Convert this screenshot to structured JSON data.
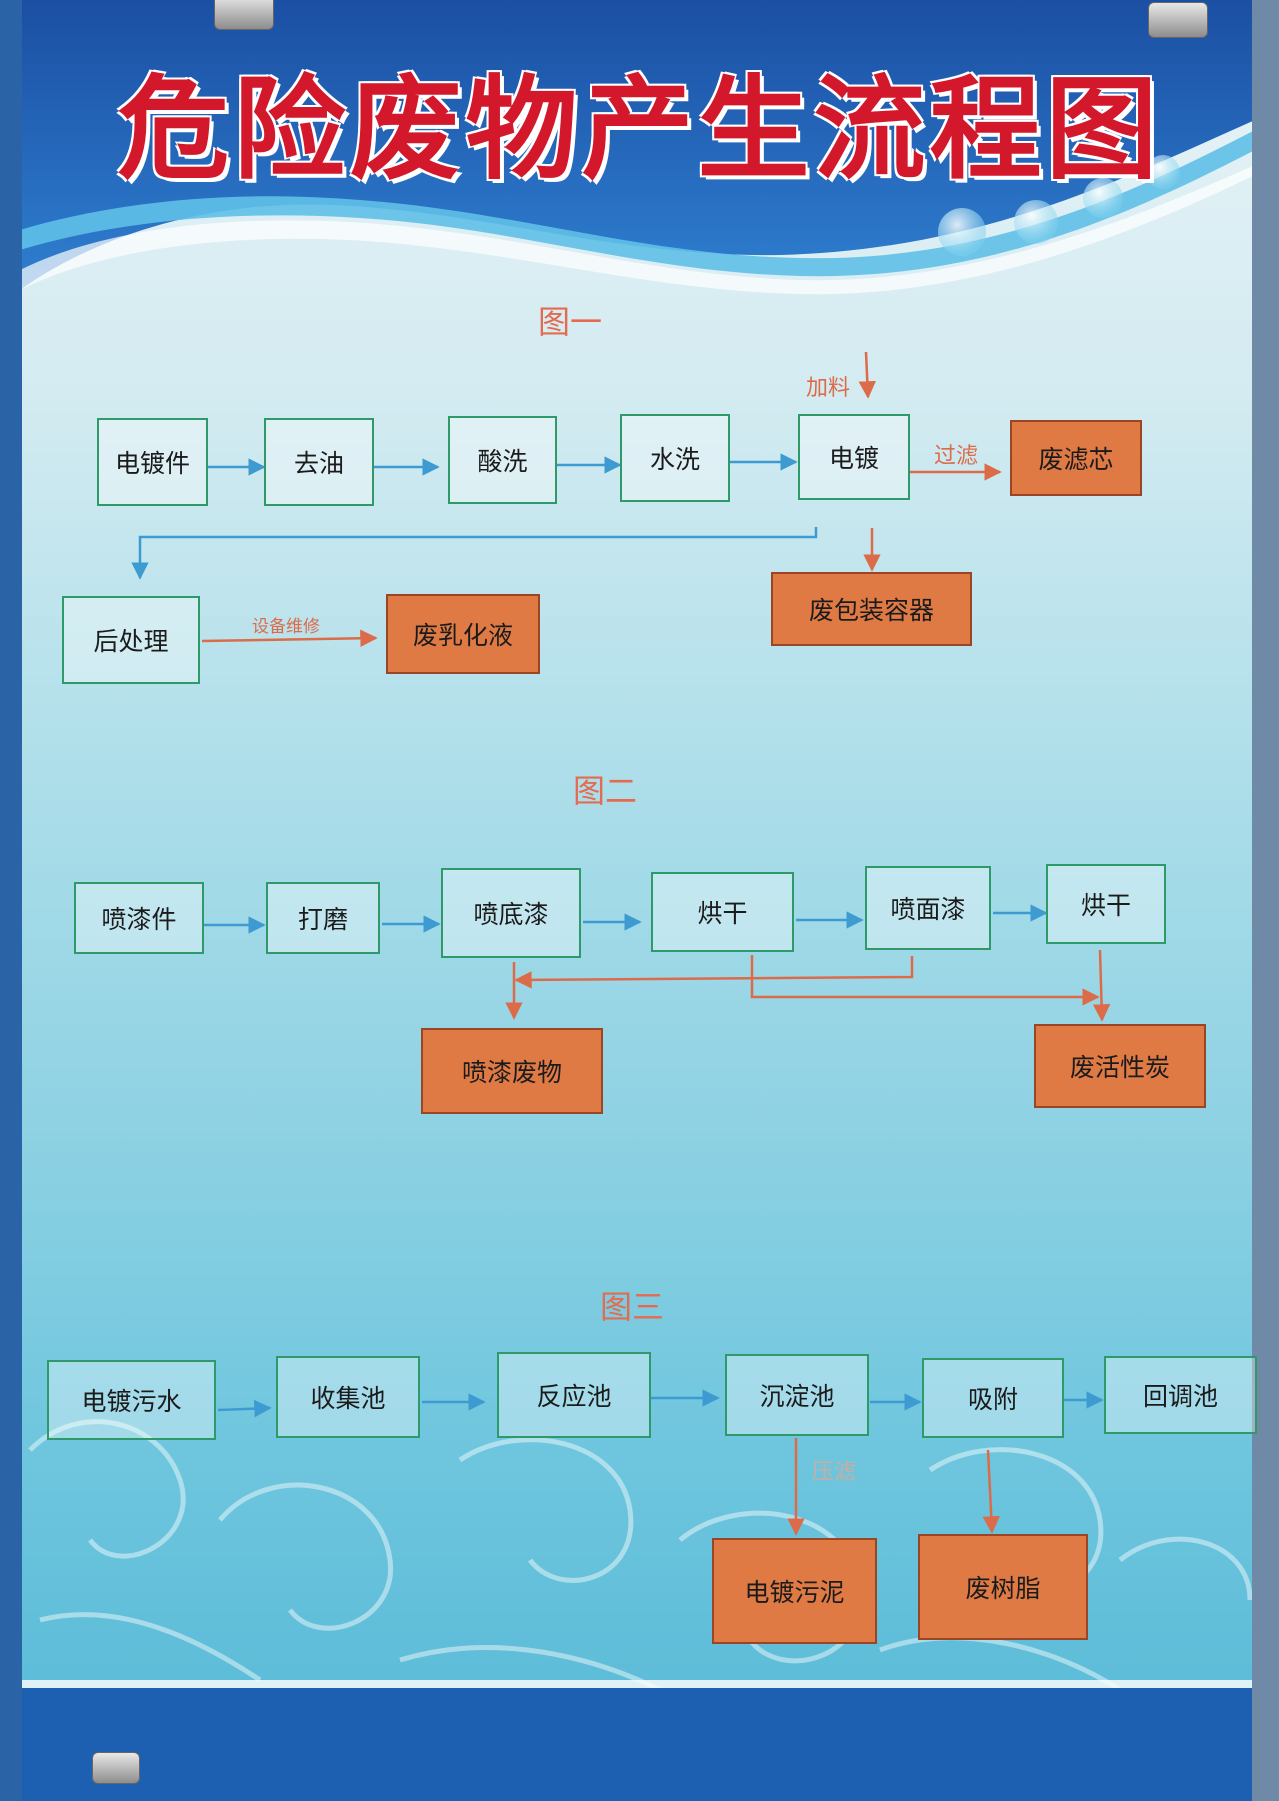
{
  "title": "危险废物产生流程图",
  "figure1": {
    "heading": "图一",
    "process": [
      "电镀件",
      "去油",
      "酸洗",
      "水洗",
      "电镀",
      "后处理"
    ],
    "waste": [
      "废滤芯",
      "废包装容器",
      "废乳化液"
    ],
    "labels": {
      "feed": "加料",
      "filter": "过滤",
      "maintenance": "设备维修"
    }
  },
  "figure2": {
    "heading": "图二",
    "process": [
      "喷漆件",
      "打磨",
      "喷底漆",
      "烘干",
      "喷面漆",
      "烘干"
    ],
    "waste": [
      "喷漆废物",
      "废活性炭"
    ]
  },
  "figure3": {
    "heading": "图三",
    "process": [
      "电镀污水",
      "收集池",
      "反应池",
      "沉淀池",
      "吸附",
      "回调池"
    ],
    "waste": [
      "电镀污泥",
      "废树脂"
    ],
    "labels": {
      "press_filter": "压滤"
    }
  },
  "colors": {
    "title": "#d4182c",
    "process_border": "#2e9a6a",
    "waste_fill": "#e07a45",
    "process_arrow": "#3d9bd2",
    "waste_arrow": "#dc6b4a",
    "frame": "#1d5fb0"
  }
}
